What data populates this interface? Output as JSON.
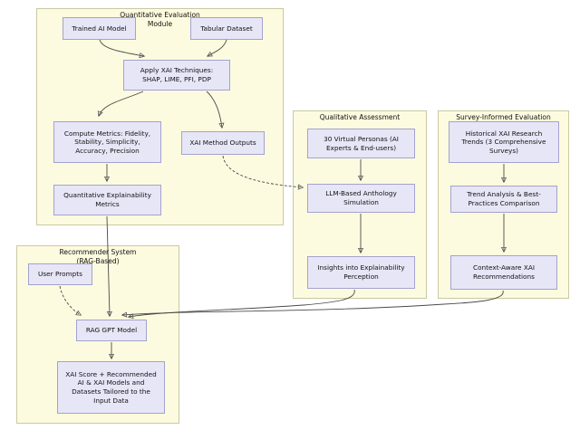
{
  "diagram_title": "XAI evaluation and recommendation system flowchart",
  "colors": {
    "group_fill": "#FDFBDF",
    "group_border": "#C9C9A3",
    "node_fill": "#E7E6F7",
    "node_border": "#A3A2CE",
    "edge_color": "#4a4a4a",
    "text_color": "#111111"
  },
  "groups": [
    {
      "title": "Quantitative Evaluation",
      "subtitle": "Module",
      "nodes": [
        {
          "label": "Trained AI Model"
        },
        {
          "label": "Tabular Dataset"
        },
        {
          "label": "Apply XAI Techniques:\nSHAP, LIME, PFI, PDP"
        },
        {
          "label": "Compute Metrics: Fidelity,\nStability, Simplicity,\nAccuracy, Precision"
        },
        {
          "label": "XAI Method Outputs"
        },
        {
          "label": "Quantitative Explainability\nMetrics"
        }
      ]
    },
    {
      "title": "Qualitative Assessment",
      "subtitle": "",
      "nodes": [
        {
          "label": "30 Virtual Personas (AI\nExperts & End-users)"
        },
        {
          "label": "LLM-Based Anthology\nSimulation"
        },
        {
          "label": "Insights into Explainability\nPerception"
        }
      ]
    },
    {
      "title": "Survey-Informed Evaluation",
      "subtitle": "",
      "nodes": [
        {
          "label": "Historical XAI Research\nTrends (3 Comprehensive\nSurveys)"
        },
        {
          "label": "Trend Analysis & Best-\nPractices Comparison"
        },
        {
          "label": "Context-Aware XAI\nRecommendations"
        }
      ]
    },
    {
      "title": "Recommender System",
      "subtitle": "(RAG-Based)",
      "nodes": [
        {
          "label": "User Prompts"
        },
        {
          "label": "RAG GPT Model"
        },
        {
          "label": "XAI Score + Recommended\nAI & XAI Models and\nDatasets Tailored to the\nInput Data"
        }
      ]
    }
  ],
  "edges": [
    {
      "from": "Trained AI Model",
      "to": "Apply XAI Techniques",
      "style": "solid"
    },
    {
      "from": "Tabular Dataset",
      "to": "Apply XAI Techniques",
      "style": "solid"
    },
    {
      "from": "Apply XAI Techniques",
      "to": "Compute Metrics",
      "style": "solid"
    },
    {
      "from": "Apply XAI Techniques",
      "to": "XAI Method Outputs",
      "style": "solid"
    },
    {
      "from": "Compute Metrics",
      "to": "Quantitative Explainability Metrics",
      "style": "solid"
    },
    {
      "from": "XAI Method Outputs",
      "to": "LLM-Based Anthology Simulation",
      "style": "dashed"
    },
    {
      "from": "Quantitative Explainability Metrics",
      "to": "RAG GPT Model",
      "style": "solid"
    },
    {
      "from": "30 Virtual Personas",
      "to": "LLM-Based Anthology Simulation",
      "style": "solid"
    },
    {
      "from": "LLM-Based Anthology Simulation",
      "to": "Insights into Explainability Perception",
      "style": "solid"
    },
    {
      "from": "Historical XAI Research Trends",
      "to": "Trend Analysis & Best-Practices Comparison",
      "style": "solid"
    },
    {
      "from": "Trend Analysis & Best-Practices Comparison",
      "to": "Context-Aware XAI Recommendations",
      "style": "solid"
    },
    {
      "from": "Insights into Explainability Perception",
      "to": "RAG GPT Model",
      "style": "solid"
    },
    {
      "from": "Context-Aware XAI Recommendations",
      "to": "RAG GPT Model",
      "style": "solid"
    },
    {
      "from": "User Prompts",
      "to": "RAG GPT Model",
      "style": "dashed"
    },
    {
      "from": "RAG GPT Model",
      "to": "XAI Score + Recommended",
      "style": "solid"
    }
  ]
}
